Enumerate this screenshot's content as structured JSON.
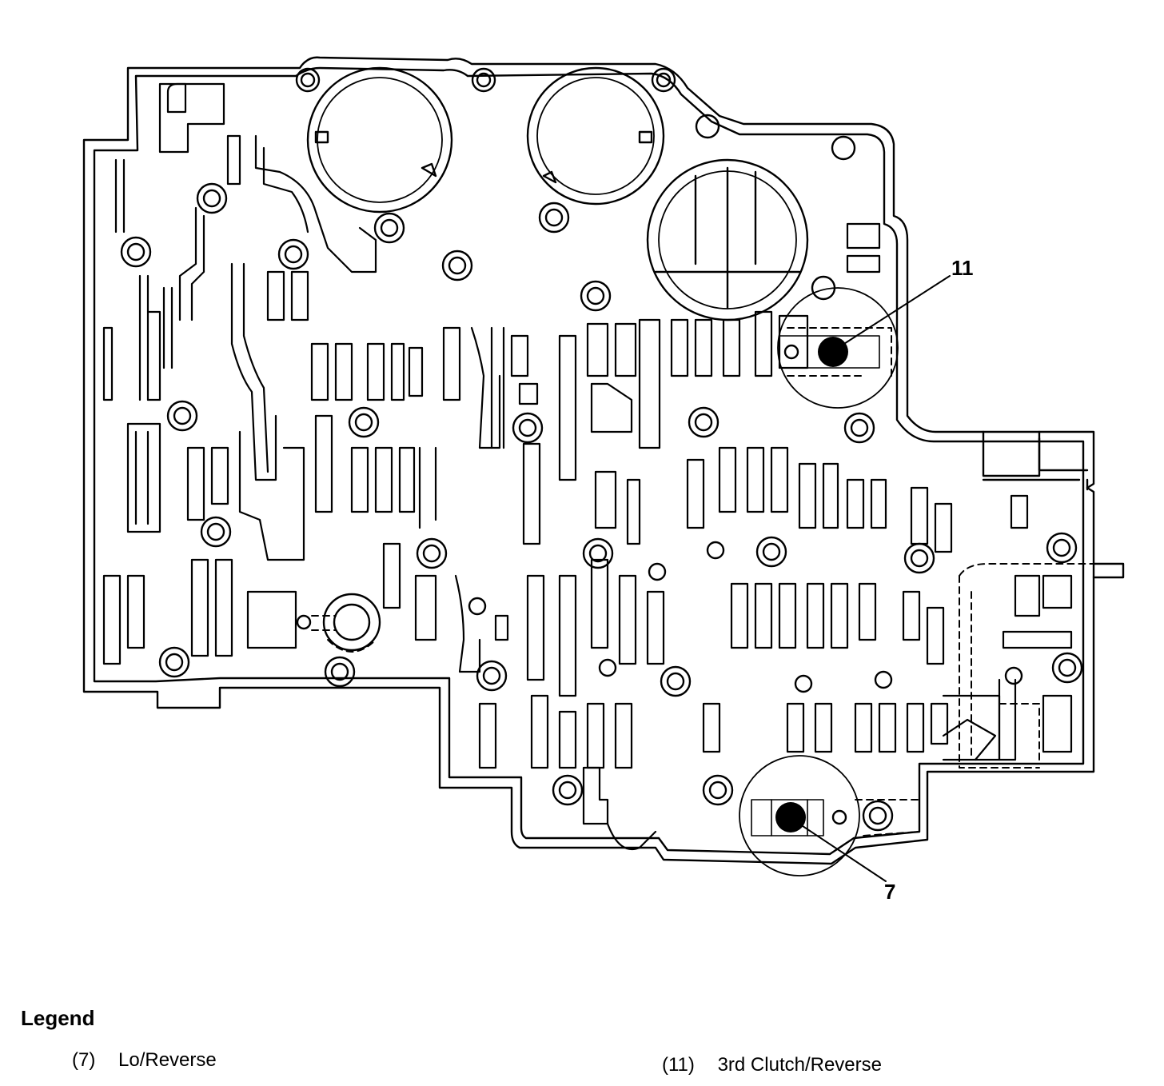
{
  "callouts": [
    {
      "id": "callout-11",
      "label": "11"
    },
    {
      "id": "callout-7",
      "label": "7"
    }
  ],
  "legend": {
    "title": "Legend",
    "items": [
      {
        "number": "(7)",
        "text": "Lo/Reverse"
      },
      {
        "number": "(11)",
        "text": "3rd Clutch/Reverse"
      }
    ]
  },
  "colors": {
    "line": "#000000",
    "background": "#ffffff",
    "check_ball": "#000000"
  }
}
